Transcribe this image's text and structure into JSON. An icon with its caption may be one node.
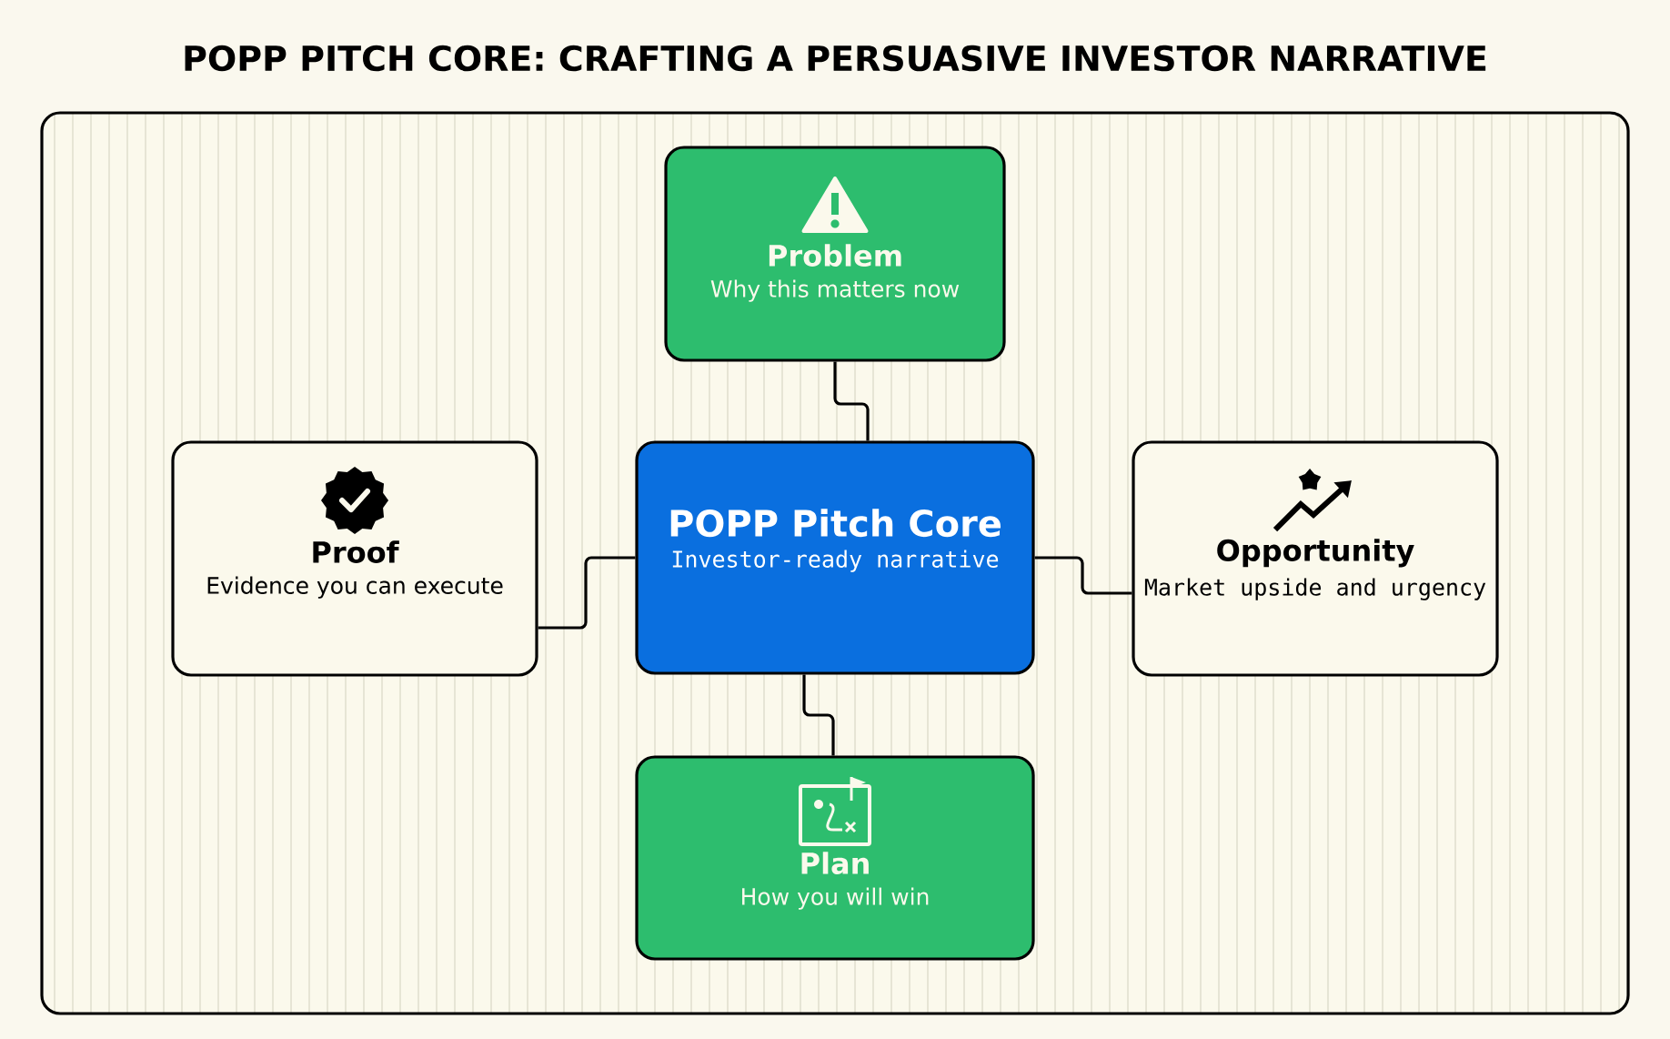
{
  "diagram": {
    "title": "POPP PITCH CORE: CRAFTING A PERSUASIVE INVESTOR NARRATIVE",
    "nodes": [
      {
        "text": [
          "Problem",
          "Why this matters now"
        ]
      },
      {
        "text": [
          "Proof",
          "Evidence you can execute"
        ]
      },
      {
        "text": [
          "POPP Pitch Core",
          "Investor-ready narrative"
        ]
      },
      {
        "text": [
          "Opportunity",
          "Market upside and urgency"
        ]
      },
      {
        "text": [
          "Plan",
          "How you will win"
        ]
      }
    ],
    "edges": [
      {
        "from": 2,
        "to": 0,
        "arrow": "none"
      },
      {
        "from": 2,
        "to": 1,
        "arrow": "none"
      },
      {
        "from": 2,
        "to": 3,
        "arrow": "none"
      },
      {
        "from": 2,
        "to": 4,
        "arrow": "none"
      }
    ]
  }
}
